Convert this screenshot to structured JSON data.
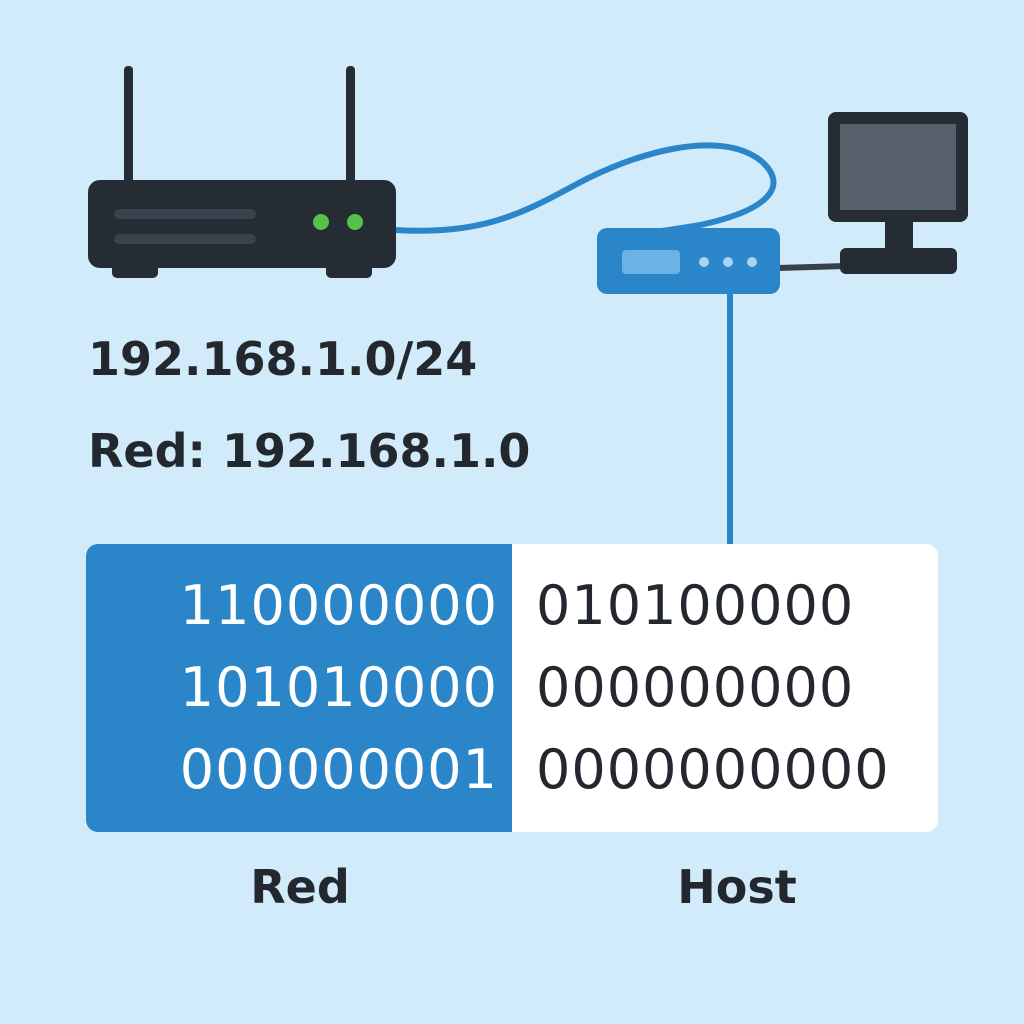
{
  "labels": {
    "subnet": "192.168.1.0/24",
    "network": "Red: 192.168.1.0"
  },
  "bits": {
    "network": [
      "110000000",
      "101010000",
      "000000001"
    ],
    "host": [
      "010100000",
      "000000000",
      "0000000000"
    ]
  },
  "sections": {
    "network": "Red",
    "host": "Host"
  },
  "colors": {
    "background": "#d2ebfb",
    "network_fill": "#2a86c9",
    "host_fill": "#ffffff",
    "cable": "#2a86c9",
    "router_body": "#262c33",
    "router_led": "#57c24a",
    "text_dark": "#23282f"
  },
  "icons": [
    "router-icon",
    "network-switch-icon",
    "monitor-icon",
    "ethernet-cable"
  ]
}
